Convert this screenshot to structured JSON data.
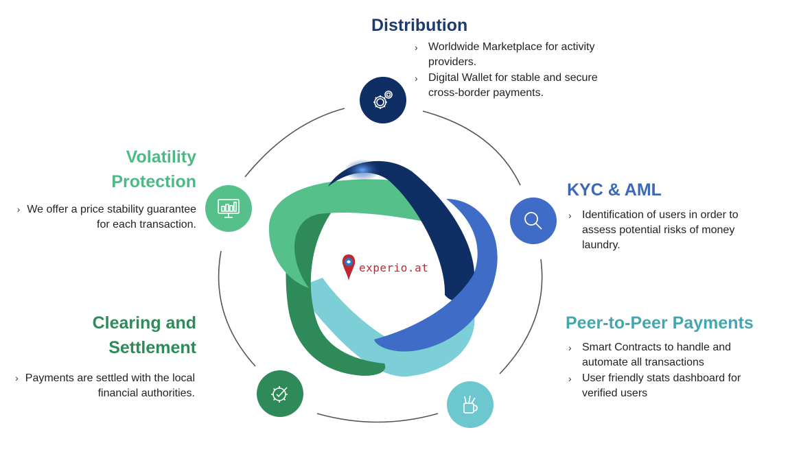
{
  "distribution": {
    "title": "Distribution",
    "color": "#1f3b6a",
    "icon": "gears-icon",
    "bullets": [
      "Worldwide Marketplace for activity providers.",
      "Digital Wallet for stable and secure cross-border payments."
    ]
  },
  "kyc": {
    "title": "KYC & AML",
    "color": "#3f67b8",
    "icon": "magnifier-icon",
    "bullets": [
      "Identification of users in order to assess potential risks of money laundry."
    ]
  },
  "p2p": {
    "title": "Peer-to-Peer Payments",
    "color": "#46a6ae",
    "icon": "pen-holder-icon",
    "bullets": [
      "Smart Contracts to handle and automate all transactions",
      "User friendly stats dashboard for verified users"
    ]
  },
  "clearing": {
    "title_line1": "Clearing and",
    "title_line2": "Settlement",
    "color": "#2f8a5a",
    "icon": "gear-check-icon",
    "bullets": [
      "Payments are settled with the local financial authorities."
    ]
  },
  "volatility": {
    "title_line1": "Volatility",
    "title_line2": "Protection",
    "color": "#4dba85",
    "icon": "monitor-chart-icon",
    "bullets": [
      "We offer a price stability guarantee for each transaction."
    ]
  },
  "logo": {
    "text": "experio.at",
    "color": "#c0282f"
  },
  "bullet_marker": "›"
}
